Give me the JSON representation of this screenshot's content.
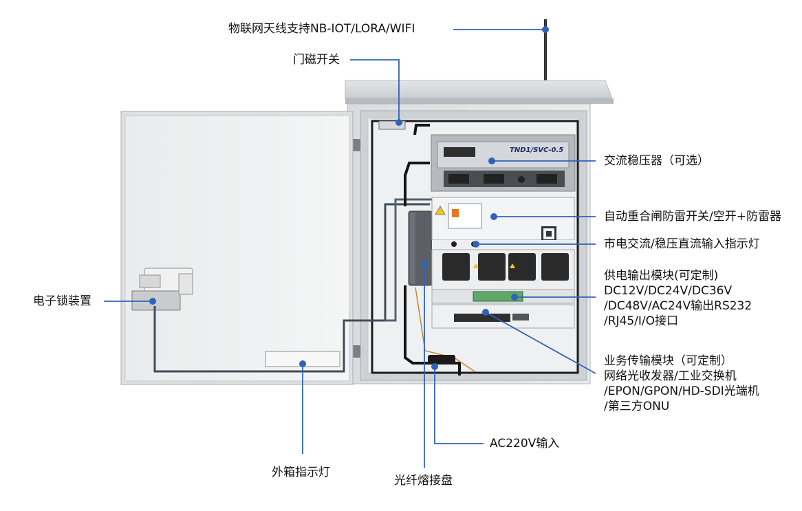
{
  "diagram": {
    "accent_color": "#2f63b8",
    "labels": {
      "antenna": "物联网天线支持NB-IOT/LORA/WIFI",
      "door_sensor": "门磁开关",
      "voltage_regulator": "交流稳压器（可选）",
      "surge_breaker": "自动重合闸防雷开关/空开+防雷器",
      "indicator_mains": "市电交流/稳压直流输入指示灯",
      "power_module_lines": [
        "供电输出模块(可定制)",
        "DC12V/DC24V/DC36V",
        "/DC48V/AC24V输出RS232",
        "/RJ45/I/O接口"
      ],
      "service_module_lines": [
        "业务传输模块（可定制）",
        "网络光收发器/工业交换机",
        "/EPON/GPON/HD-SDI光端机",
        "/第三方ONU"
      ],
      "ac_input": "AC220V输入",
      "fiber_splice": "光纤熔接盘",
      "outer_indicator": "外箱指示灯",
      "electronic_lock": "电子锁装置"
    },
    "device_text": {
      "regulator_model": "TND1/SVC-0.5"
    }
  }
}
